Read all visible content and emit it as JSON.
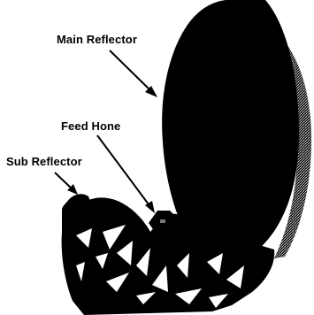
{
  "labels": {
    "main_reflector": "Main Reflector",
    "feed_horn": "Feed Hone",
    "sub_reflector": "Sub Reflector"
  },
  "colors": {
    "ink": "#000000",
    "paper": "#ffffff",
    "back_shade": "#8a8a8a"
  }
}
